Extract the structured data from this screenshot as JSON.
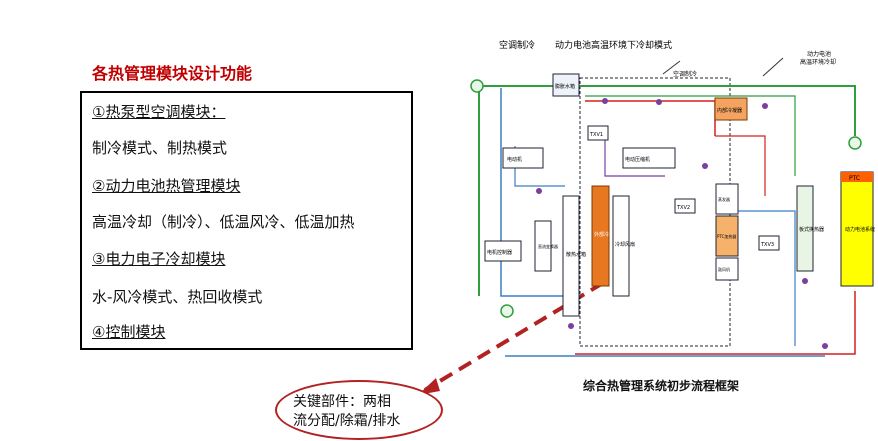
{
  "title": "各热管理模块设计功能",
  "modules": {
    "m1_heading": "①热泵型空调模块：",
    "m1_desc": "制冷模式、制热模式",
    "m2_heading": "②动力电池热管理模块",
    "m2_desc": "高温冷却（制冷）、低温风冷、低温加热",
    "m3_heading": "③电力电子冷却模块",
    "m3_desc": "水-风冷模式、热回收模式",
    "m4_heading": "④控制模块"
  },
  "callout": {
    "line1": "关键部件：两相",
    "line2": "流分配/除霜/排水"
  },
  "diagram": {
    "header_ac": "空调制冷",
    "header_mode": "动力电池高温环境下冷却模式",
    "header_right_1": "动力电池",
    "header_right_2": "高温环境冷却",
    "label_ac_cooling": "空调制冷",
    "water_tank": "膨胀水箱",
    "radiator": "散热水箱",
    "outdoor_hx": "外部冷凝器",
    "cooling_fan": "冷却风扇",
    "indoor_condenser": "内部冷凝器",
    "compressor": "电动压缩机",
    "pump_mid": "电动机",
    "motor_ctrl": "电机控制器",
    "dcdc": "直流变换器",
    "evaporator": "蒸发器",
    "heater": "PTC加热器",
    "blower": "鼓风机",
    "chiller": "板式换热器",
    "battery": "动力电池系统",
    "ptc": "PTC",
    "txv1": "TXV1",
    "txv2": "TXV2",
    "txv3": "TXV3"
  },
  "caption": "综合热管理系统初步流程框架",
  "colors": {
    "title_red": "#c00000",
    "arrow_red": "#b22222",
    "battery_yellow": "#ffff00",
    "hx_orange": "#e87722",
    "pipe_green": "#2e9e3e",
    "pipe_blue": "#3a7fc4",
    "pipe_red": "#d42020",
    "node_purple": "#7b3fa0"
  }
}
